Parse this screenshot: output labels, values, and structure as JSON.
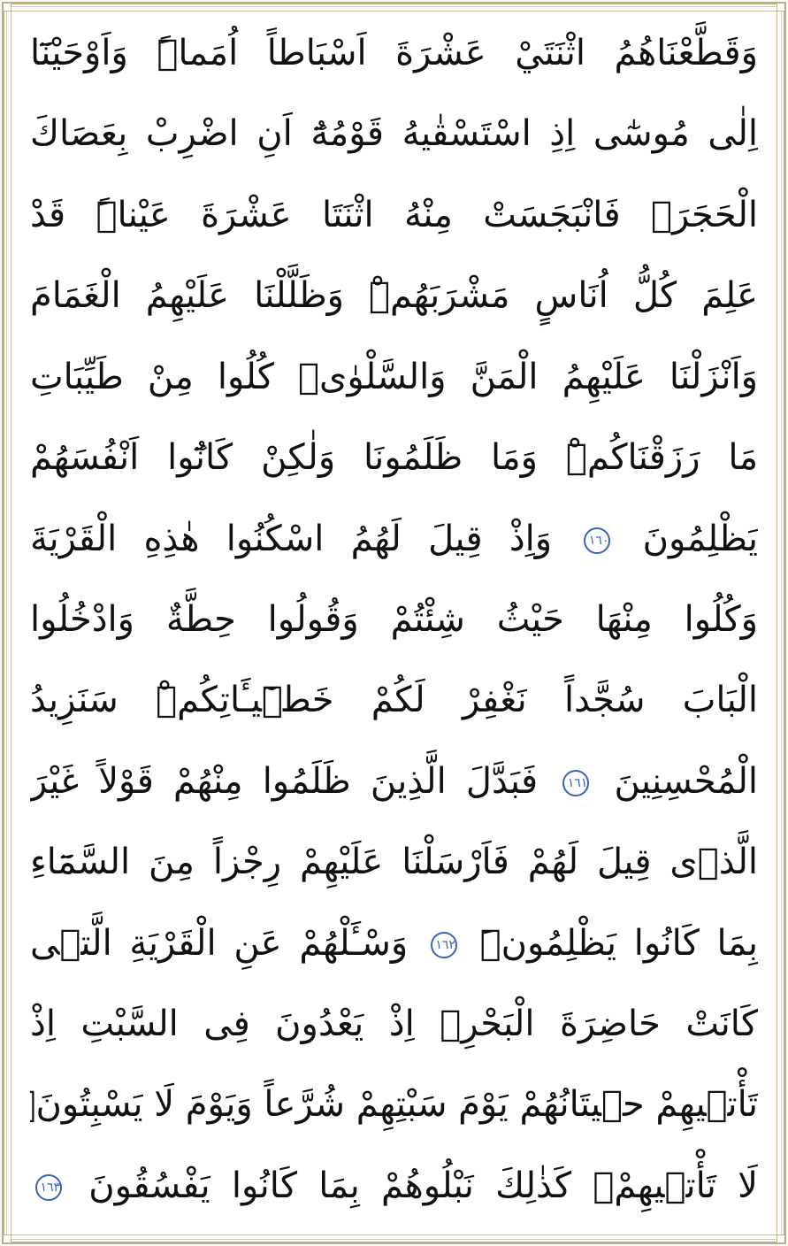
{
  "colors": {
    "frame": "#bfae8c",
    "text": "#111111",
    "pause_marks": "#d8322b",
    "verse_marker": "#3b63b8"
  },
  "lines": [
    {
      "text": "وَقَطَّعْنَاهُمُ اثْنَتَيْ عَشْرَةَ اَسْبَاطاً اُمَماًۜ وَاَوْحَيْنَٓا"
    },
    {
      "text": "اِلٰى مُوسٰٓى اِذِ اسْتَسْقٰيهُ قَوْمُهُٓ اَنِ اضْرِبْ بِعَصَاكَ"
    },
    {
      "text": "الْحَجَرَۚ فَانْبَجَسَتْ مِنْهُ اثْنَتَا عَشْرَةَ عَيْناًۜ قَدْ"
    },
    {
      "text": "عَلِمَ كُلُّ اُنَاسٍ مَشْرَبَهُمْۜ وَظَلَّلْنَا عَلَيْهِمُ الْغَمَامَ"
    },
    {
      "text": "وَاَنْزَلْنَا عَلَيْهِمُ الْمَنَّ وَالسَّلْوٰىۜ كُلُوا مِنْ طَيِّبَاتِ"
    },
    {
      "text": "مَا رَزَقْنَاكُمْۜ وَمَا ظَلَمُونَا وَلٰكِنْ كَانُٓوا اَنْفُسَهُمْ"
    },
    {
      "text": "يَظْلِمُونَ",
      "marker": "١٦٠",
      "after": "وَاِذْ قِيلَ لَهُمُ اسْكُنُوا هٰذِهِ الْقَرْيَةَ"
    },
    {
      "text": "وَكُلُوا مِنْهَا حَيْثُ شِئْتُمْ وَقُولُوا حِطَّةٌ وَادْخُلُوا"
    },
    {
      "text": "الْبَابَ سُجَّداً نَغْفِرْ لَكُمْ خَطٖٓيـَٔاتِكُمْۜ سَنَزِيدُ"
    },
    {
      "text": "الْمُحْسِنِينَ",
      "marker": "١٦١",
      "after": "فَبَدَّلَ الَّذِينَ ظَلَمُوا مِنْهُمْ قَوْلاً غَيْرَ"
    },
    {
      "text": "الَّذٖى قِيلَ لَهُمْ فَاَرْسَلْنَا عَلَيْهِمْ رِجْزاً مِنَ السَّمَٓاءِ"
    },
    {
      "text": "بِمَا كَانُوا يَظْلِمُونَۧ",
      "marker": "١٦٢",
      "after": "وَسْـَٔلْهُمْ عَنِ الْقَرْيَةِ الَّتٖى"
    },
    {
      "text": "كَانَتْ حَاضِرَةَ الْبَحْرِۢ اِذْ يَعْدُونَ فِى السَّبْتِ اِذْ"
    },
    {
      "text": "تَأْتٖيهِمْ حٖيتَانُهُمْ يَوْمَ سَبْتِهِمْ شُرَّعاً وَيَوْمَ لَا يَسْبِتُونَۙ"
    },
    {
      "text": "لَا تَأْتٖيهِمْۚ كَذٰلِكَ نَبْلُوهُمْ بِمَا كَانُوا يَفْسُقُونَ",
      "marker": "١٦٣",
      "after": ""
    }
  ]
}
